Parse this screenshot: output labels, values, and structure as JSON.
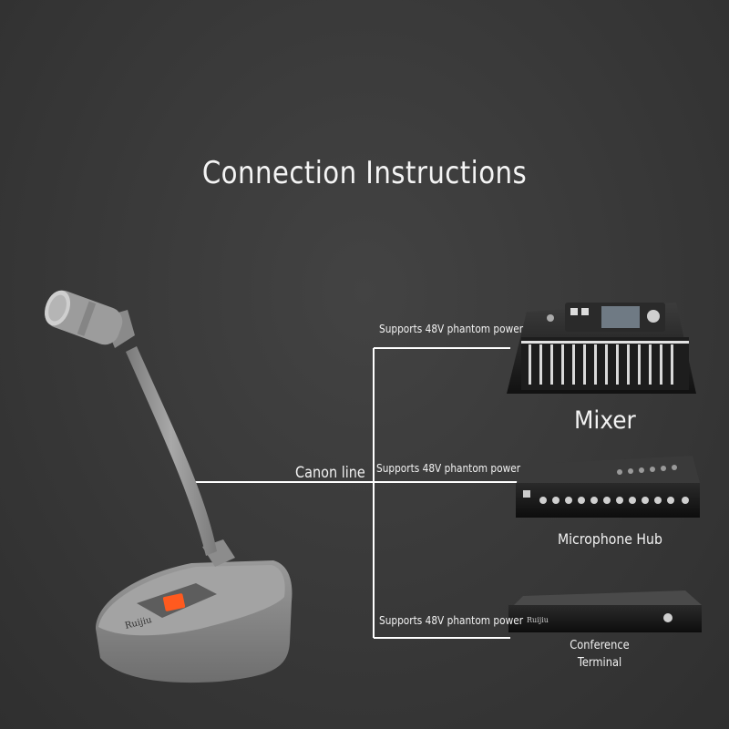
{
  "title": "Connection Instructions",
  "cable": {
    "label": "Canon line"
  },
  "connections": [
    {
      "power_note": "Supports 48V phantom power",
      "device": "Mixer"
    },
    {
      "power_note": "Supports 48V phantom power",
      "device": "Microphone Hub"
    },
    {
      "power_note": "Supports 48V phantom power",
      "device_line1": "Conference",
      "device_line2": "Terminal"
    }
  ],
  "colors": {
    "background": "#3a3a3a",
    "line": "#ffffff",
    "device_gray": "#8a8a8a",
    "switch_orange": "#ff5a1f"
  },
  "icons": [
    "gooseneck-microphone-icon",
    "mixer-console-icon",
    "microphone-hub-icon",
    "conference-terminal-icon"
  ]
}
